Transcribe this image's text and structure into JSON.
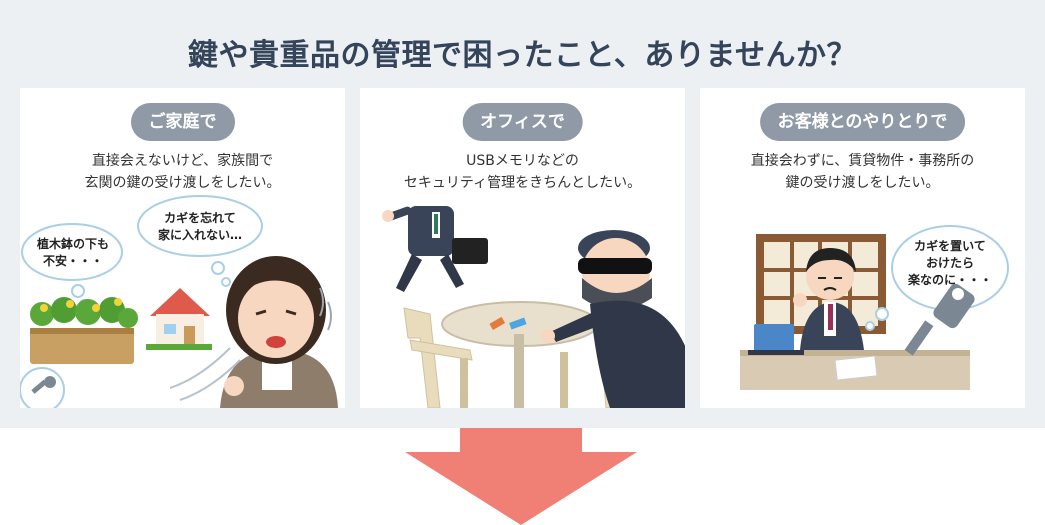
{
  "headline": "鍵や貴重品の管理で困ったこと、ありませんか？",
  "cards": [
    {
      "tag": "ご家庭で",
      "desc": [
        "直接会えないけど、家族間で",
        "玄関の鍵の受け渡しをしたい。"
      ],
      "bubbles": [
        [
          "植木鉢の下も",
          "不安・・・"
        ],
        [
          "カギを忘れて",
          "家に入れない…"
        ]
      ]
    },
    {
      "tag": "オフィスで",
      "desc": [
        "USBメモリなどの",
        "セキュリティ管理をきちんとしたい。"
      ]
    },
    {
      "tag": "お客様とのやりとりで",
      "desc": [
        "直接会わずに、賃貸物件・事務所の",
        "鍵の受け渡しをしたい。"
      ],
      "bubbles": [
        [
          "カギを置いて",
          "おけたら",
          "楽なのに・・・"
        ]
      ]
    }
  ],
  "colors": {
    "band": "#edf0f2",
    "pill": "#8f9aa6",
    "headline": "#34445a",
    "arrow": "#f07f75"
  }
}
